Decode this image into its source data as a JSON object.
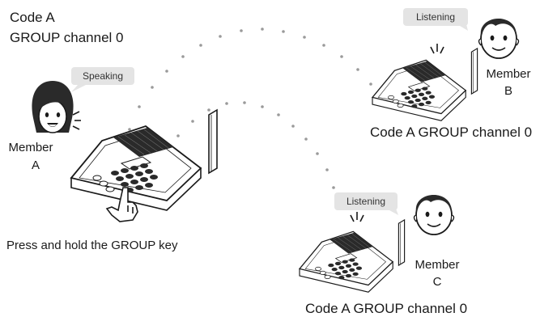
{
  "header": {
    "line1": "Code A",
    "line2": "GROUP channel 0"
  },
  "member_a": {
    "status": "Speaking",
    "label_line1": "Member",
    "label_line2": "A",
    "instruction": "Press and hold the GROUP key"
  },
  "member_b": {
    "status": "Listening",
    "label_line1": "Member",
    "label_line2": "B",
    "caption": "Code A GROUP channel 0"
  },
  "member_c": {
    "status": "Listening",
    "label_line1": "Member",
    "label_line2": "C",
    "caption": "Code A GROUP channel 0"
  },
  "colors": {
    "ink": "#1a1a1a",
    "bubble": "#e4e4e4",
    "dots": "#9a9a9a",
    "device_fill": "#ffffff",
    "grille": "#2a2a2a"
  },
  "icons": {
    "device": "conference-intercom-base-icon",
    "person_female": "person-female-icon",
    "person_male": "person-male-icon",
    "hand": "pointing-hand-icon",
    "signal": "signal-lines-icon",
    "link": "dotted-radio-link-icon"
  }
}
